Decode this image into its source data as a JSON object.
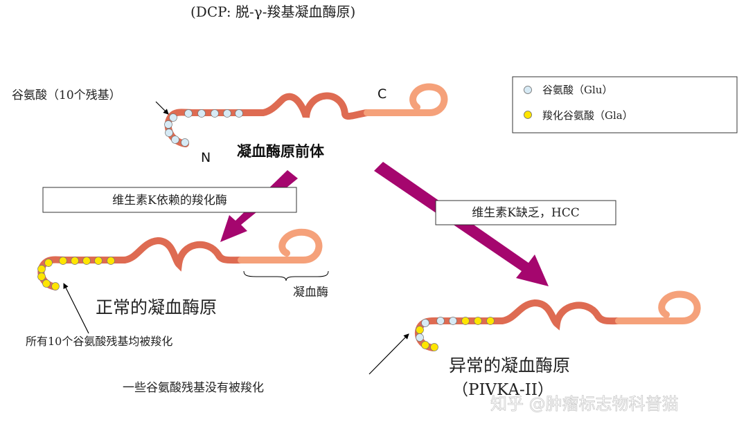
{
  "title": "(DCP: 脱-γ-羧基凝血酶原)",
  "top_section": {
    "glu_label": "谷氨酸（10个残基）",
    "c_label": "C",
    "n_label": "N",
    "precursor_label": "凝血酶原前体"
  },
  "legend": {
    "glu_item": "谷氨酸（Glu）",
    "gla_item": "羧化谷氨酸（Gla）"
  },
  "left_path": {
    "box_text": "维生素K依赖的羧化酶",
    "thrombin_label": "凝血酶",
    "result_label": "正常的凝血酶原",
    "note": "所有10个谷氨酸残基均被羧化"
  },
  "right_path": {
    "box_text": "维生素K缺乏，HCC",
    "result_label": "异常的凝血酶原",
    "result_sub": "（PIVKA-II）",
    "note": "一些谷氨酸残基没有被羧化"
  },
  "watermark": "知乎 @肿瘤标志物科普猫",
  "colors": {
    "strand": "#de6b52",
    "strand_light": "#f5a17a",
    "glu": "#d7eaf5",
    "gla": "#ffe500",
    "arrow": "#a5066e"
  }
}
